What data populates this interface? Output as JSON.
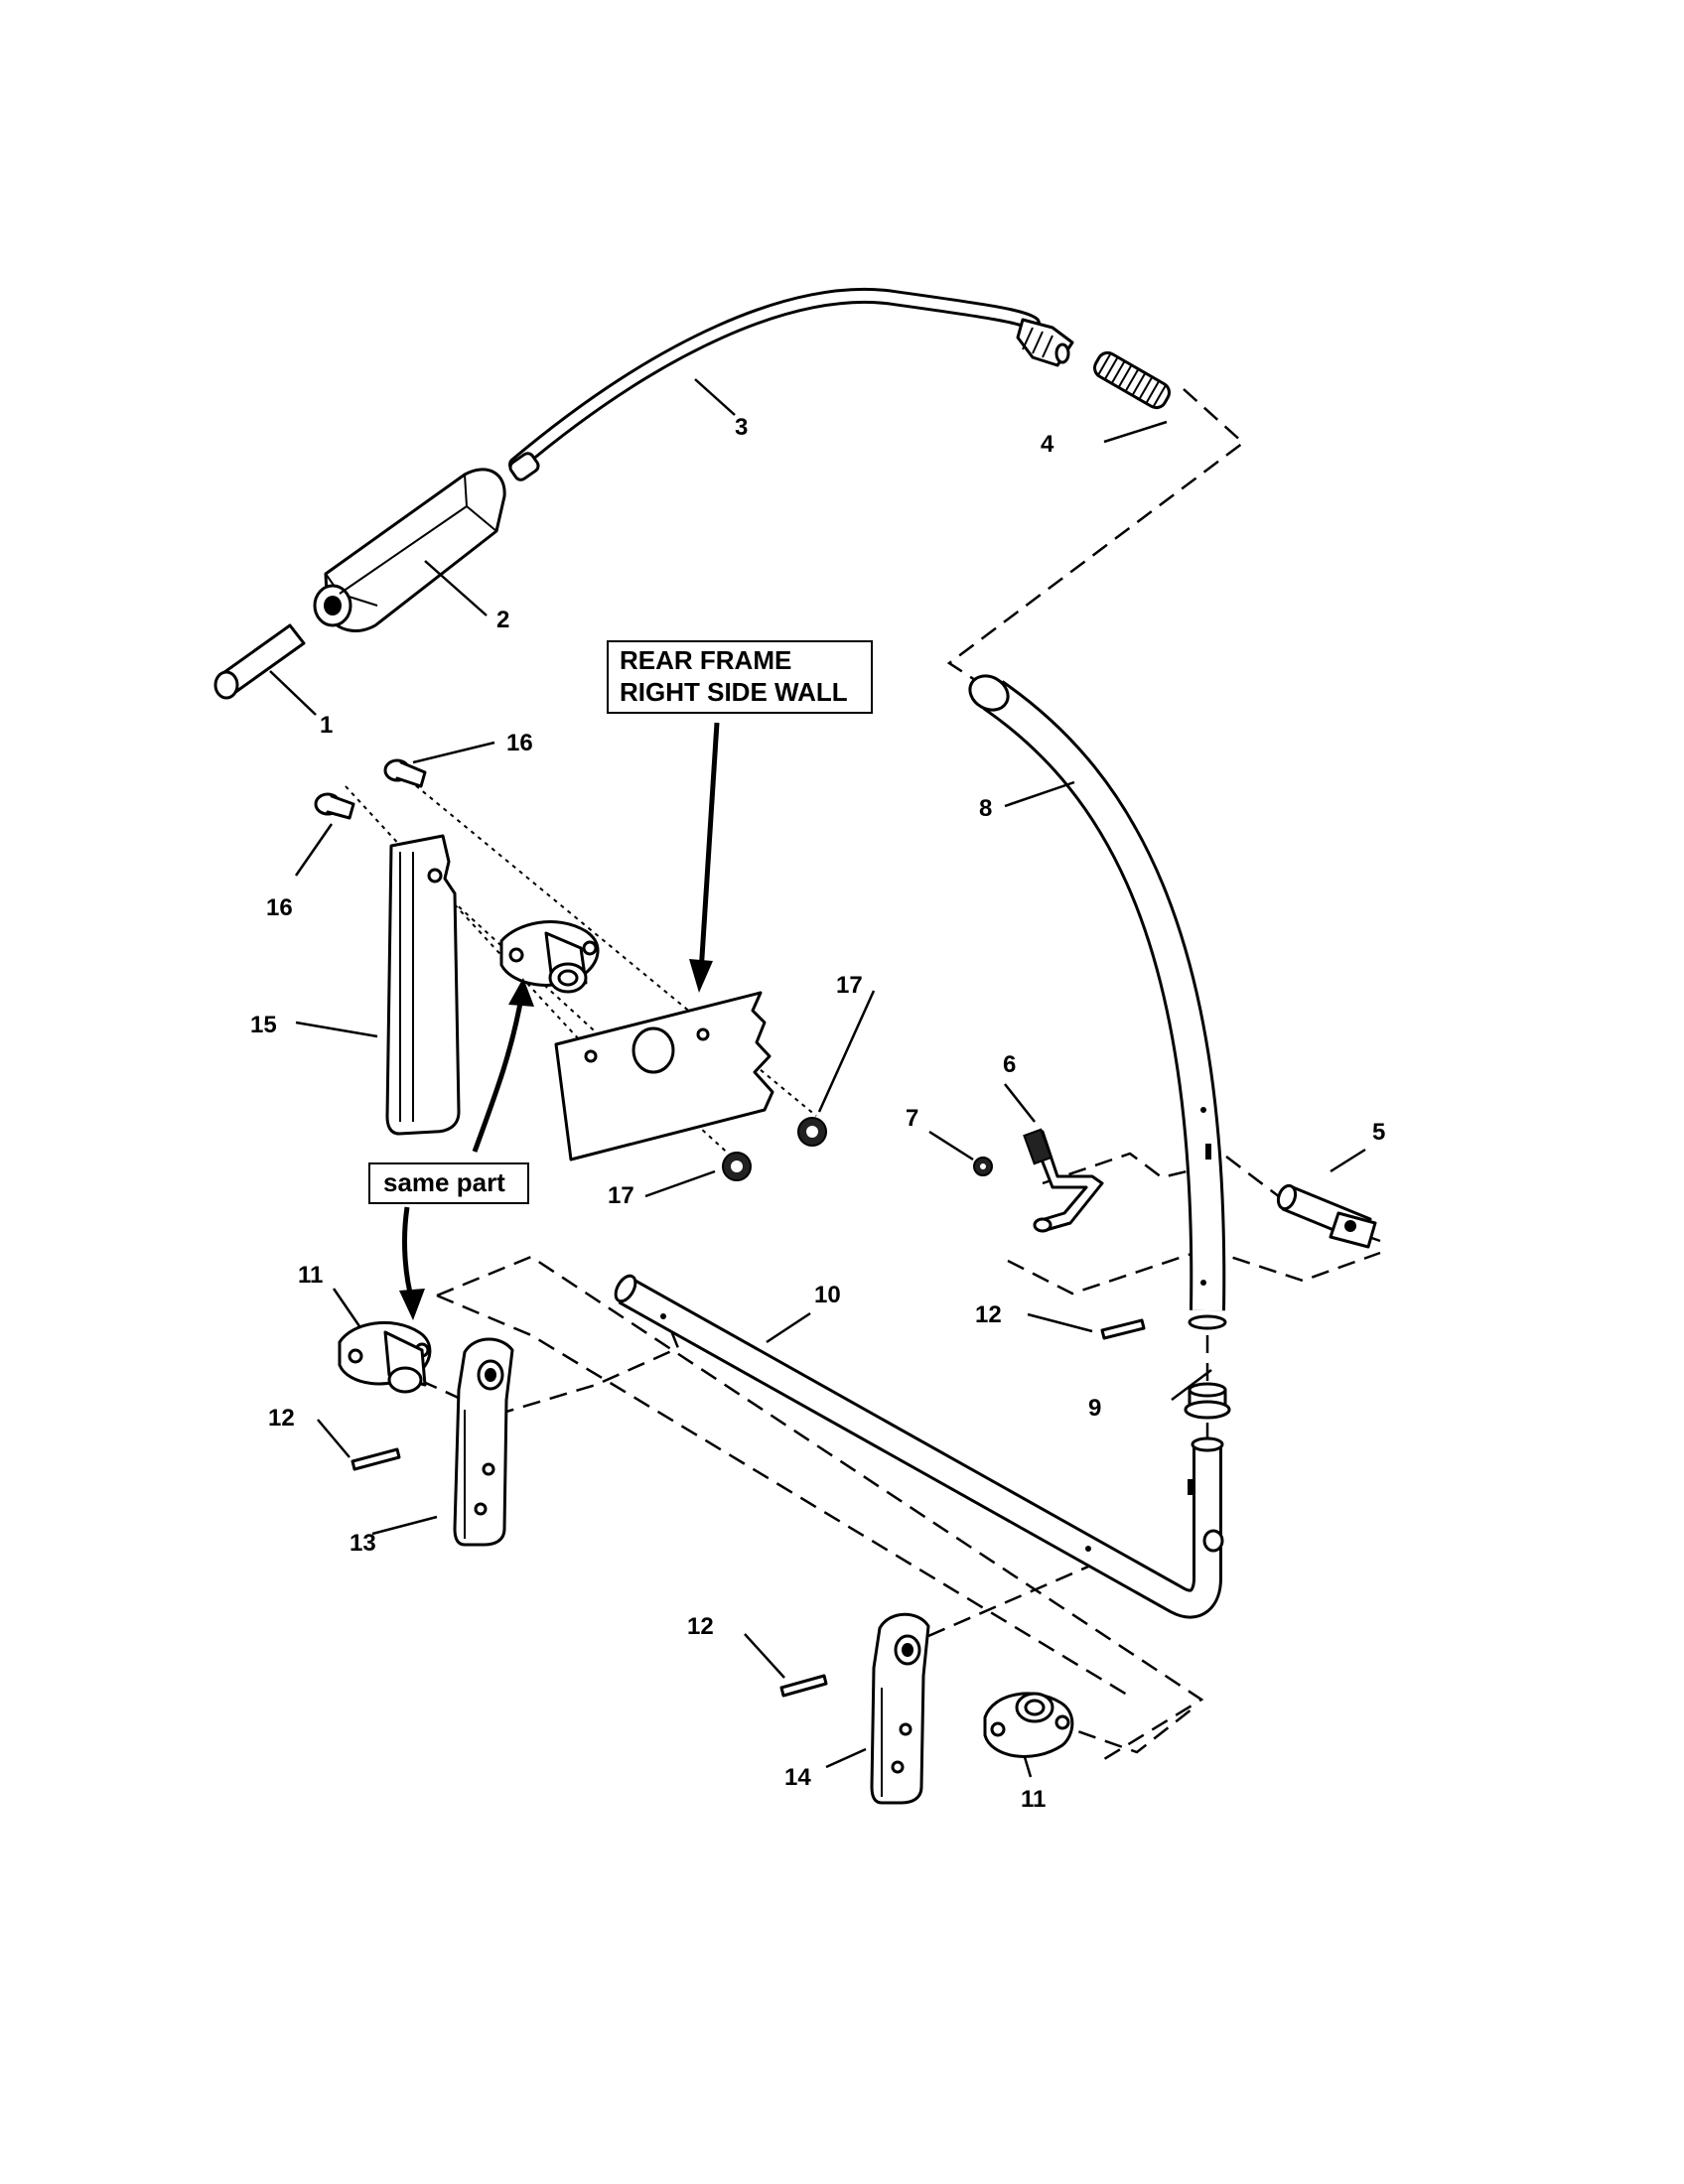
{
  "callouts": {
    "rear_frame_line1": "REAR FRAME",
    "rear_frame_line2": "RIGHT SIDE WALL",
    "same_part": "same part"
  },
  "labels": {
    "p1": "1",
    "p2": "2",
    "p3": "3",
    "p4": "4",
    "p5": "5",
    "p6": "6",
    "p7": "7",
    "p8": "8",
    "p9": "9",
    "p10": "10",
    "p11a": "11",
    "p11b": "11",
    "p12a": "12",
    "p12b": "12",
    "p12c": "12",
    "p13": "13",
    "p14": "14",
    "p15": "15",
    "p16a": "16",
    "p16b": "16",
    "p17a": "17",
    "p17b": "17"
  }
}
